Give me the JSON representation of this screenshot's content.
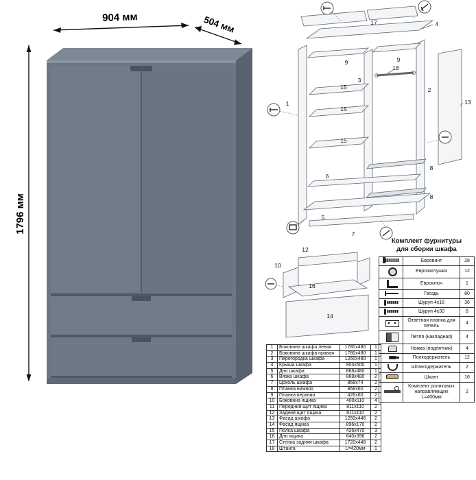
{
  "wardrobe": {
    "dim_width": "904 мм",
    "dim_depth": "504 мм",
    "dim_height": "1796 мм"
  },
  "exploded": {
    "labels": [
      "1",
      "2",
      "3",
      "4",
      "5",
      "6",
      "7",
      "8",
      "8",
      "9",
      "9",
      "13",
      "15",
      "15",
      "15",
      "17",
      "18"
    ]
  },
  "drawer_diagram": {
    "labels": [
      "12",
      "10",
      "16",
      "14"
    ]
  },
  "hardware": {
    "title_line1": "Комплект фурнитуры",
    "title_line2": "для сборки шкафа",
    "rows": [
      {
        "icon": "euro-screw-icon",
        "name": "Евровинт",
        "qty": "28"
      },
      {
        "icon": "euro-plug-icon",
        "name": "Еврозаглушка",
        "qty": "12"
      },
      {
        "icon": "hex-key-icon",
        "name": "Евроключ",
        "qty": "1"
      },
      {
        "icon": "nail-icon",
        "name": "Гвоздь",
        "qty": "80"
      },
      {
        "icon": "screw-icon",
        "name": "Шуруп 4x16",
        "qty": "36"
      },
      {
        "icon": "screw-icon",
        "name": "Шуруп 4x30",
        "qty": "8"
      },
      {
        "icon": "strike-plate-icon",
        "name": "Ответная планка для петель",
        "qty": "4"
      },
      {
        "icon": "hinge-icon",
        "name": "Петля (накладная)",
        "qty": "4"
      },
      {
        "icon": "foot-icon",
        "name": "Ножка (подпятник)",
        "qty": "4"
      },
      {
        "icon": "shelf-pin-icon",
        "name": "Полкодержатель",
        "qty": "12"
      },
      {
        "icon": "rod-holder-icon",
        "name": "Штангодержатель",
        "qty": "2"
      },
      {
        "icon": "dowel-icon",
        "name": "Шкант",
        "qty": "16"
      },
      {
        "icon": "drawer-slide-icon",
        "name": "Комплект роликовых направляющих L=400мм",
        "qty": "2"
      }
    ]
  },
  "parts_table": {
    "rows": [
      {
        "n": "1",
        "name": "Боковина шкафа левая",
        "size": "1780x480",
        "qty": "1"
      },
      {
        "n": "2",
        "name": "Боковина шкафа правая",
        "size": "1780x480",
        "qty": "1"
      },
      {
        "n": "3",
        "name": "Перегородка шкафа",
        "size": "1260x480",
        "qty": "1"
      },
      {
        "n": "4",
        "name": "Крыша шкафа",
        "size": "904x500",
        "qty": "1"
      },
      {
        "n": "5",
        "name": "Дно шкафа",
        "size": "868x480",
        "qty": "1"
      },
      {
        "n": "6",
        "name": "Вязка шкафа",
        "size": "868x480",
        "qty": "2"
      },
      {
        "n": "7",
        "name": "Цоколь шкафа",
        "size": "868x74",
        "qty": "2"
      },
      {
        "n": "8",
        "name": "Планка нижняя",
        "size": "868x60",
        "qty": "2"
      },
      {
        "n": "9",
        "name": "Планка верхняя",
        "size": "426x60",
        "qty": "2"
      },
      {
        "n": "10",
        "name": "Боковина ящика",
        "size": "400x110",
        "qty": "4"
      },
      {
        "n": "11",
        "name": "Передний щит ящика",
        "size": "811x110",
        "qty": "2"
      },
      {
        "n": "12",
        "name": "Задний щит ящика",
        "size": "811x110",
        "qty": "2"
      },
      {
        "n": "13",
        "name": "Фасад шкафа",
        "size": "1250x446",
        "qty": "2"
      },
      {
        "n": "14",
        "name": "Фасад ящика",
        "size": "896x170",
        "qty": "2"
      },
      {
        "n": "15",
        "name": "Полка шкафа",
        "size": "426x470",
        "qty": "3"
      },
      {
        "n": "16",
        "name": "Дно ящика",
        "size": "840x396",
        "qty": "2"
      },
      {
        "n": "17",
        "name": "Стенка задняя шкафа",
        "size": "1720x448",
        "qty": "2"
      },
      {
        "n": "18",
        "name": "Штанга",
        "size": "L=420мм",
        "qty": "1"
      }
    ]
  }
}
